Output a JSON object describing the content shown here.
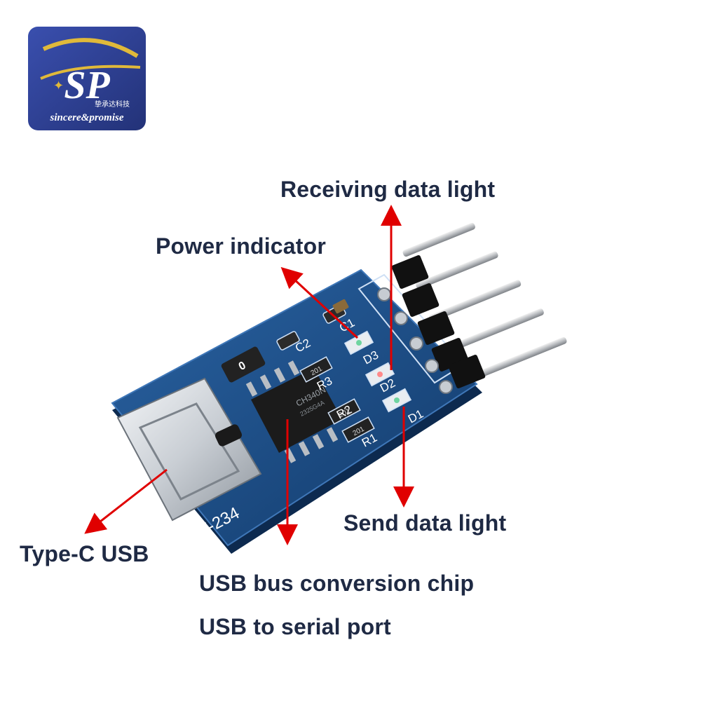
{
  "logo": {
    "brand_name": "sincere&promise",
    "brand_name_cn": "挚承达科技",
    "monogram": "SP"
  },
  "board": {
    "model_label": "HW-234",
    "chip_marking_line1": "CH340N",
    "chip_marking_line2": "2325G4A",
    "component_labels": [
      "C1",
      "C2",
      "D3",
      "D2",
      "D1",
      "R3",
      "R2",
      "R1"
    ],
    "resistor_code": "201",
    "capacitor_marking": "0"
  },
  "annotations": {
    "receiving_light": "Receiving data light",
    "power_indicator": "Power indicator",
    "send_light": "Send data light",
    "type_c": "Type-C USB",
    "chip_line1": "USB bus conversion chip",
    "chip_line2": "USB to serial port"
  },
  "colors": {
    "pcb": "#1d4f86",
    "arrow": "#e00000",
    "text": "#1f2a44",
    "logo_bg": "#2c3e91",
    "logo_gold": "#e0b93a"
  }
}
